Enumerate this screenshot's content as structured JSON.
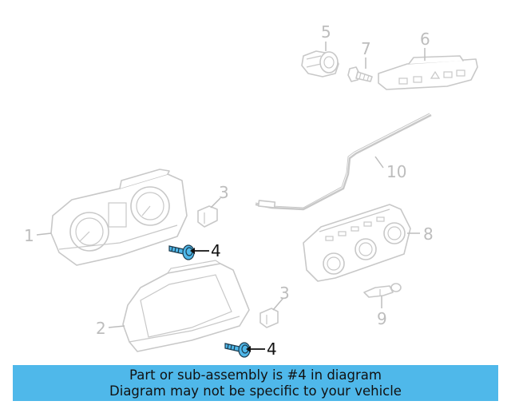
{
  "diagram": {
    "callouts": {
      "c1": "1",
      "c2": "2",
      "c3a": "3",
      "c3b": "3",
      "c4a": "4",
      "c4b": "4",
      "c5": "5",
      "c6": "6",
      "c7": "7",
      "c8": "8",
      "c9": "9",
      "c10": "10"
    },
    "highlight_color": "#4fb8ea",
    "highlighted_part": "4"
  },
  "banner": {
    "line1": "Part or sub-assembly is #4 in diagram",
    "line2": "Diagram may not be specific to your vehicle",
    "background": "#4fb8ea"
  }
}
